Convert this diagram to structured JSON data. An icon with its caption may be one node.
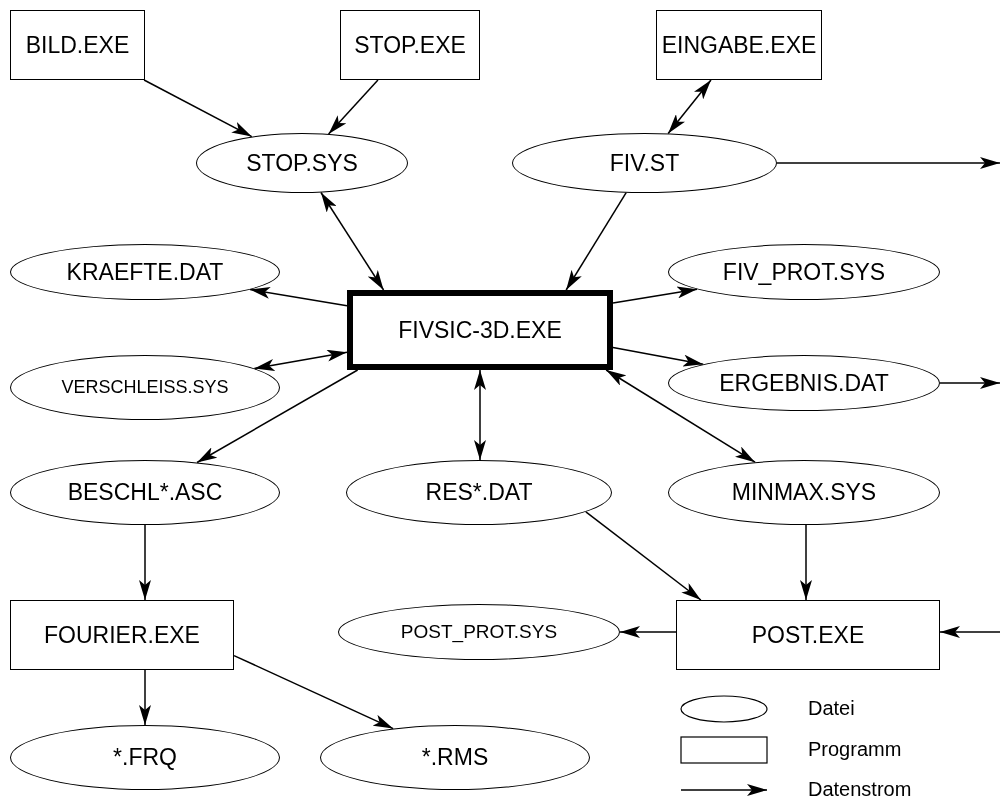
{
  "diagram": {
    "nodes": [
      {
        "text": [
          "BILD.EXE"
        ]
      },
      {
        "text": [
          "STOP.EXE"
        ]
      },
      {
        "text": [
          "EINGABE.EXE"
        ]
      },
      {
        "text": [
          "STOP.SYS"
        ]
      },
      {
        "text": [
          "FIV.ST"
        ]
      },
      {
        "text": [
          "KRAEFTE.DAT"
        ]
      },
      {
        "text": [
          "FIVSIC-3D.EXE"
        ]
      },
      {
        "text": [
          "FIV_PROT.SYS"
        ]
      },
      {
        "text": [
          "VERSCHLEISS.SYS"
        ]
      },
      {
        "text": [
          "ERGEBNIS.DAT"
        ]
      },
      {
        "text": [
          "BESCHL*.ASC"
        ]
      },
      {
        "text": [
          "RES*.DAT"
        ]
      },
      {
        "text": [
          "MINMAX.SYS"
        ]
      },
      {
        "text": [
          "FOURIER.EXE"
        ]
      },
      {
        "text": [
          "POST_PROT.SYS"
        ]
      },
      {
        "text": [
          "POST.EXE"
        ]
      },
      {
        "text": [
          "*.FRQ"
        ]
      },
      {
        "text": [
          "*.RMS"
        ]
      }
    ],
    "edges": [
      {
        "from": 0,
        "to": 3,
        "arrow": "to"
      },
      {
        "from": 1,
        "to": 3,
        "arrow": "to"
      },
      {
        "from": 2,
        "to": 4,
        "arrow": "both"
      },
      {
        "from": 4,
        "to": null,
        "arrow": "to"
      },
      {
        "from": 3,
        "to": 6,
        "arrow": "both"
      },
      {
        "from": 4,
        "to": 6,
        "arrow": "to"
      },
      {
        "from": 6,
        "to": 5,
        "arrow": "to"
      },
      {
        "from": 6,
        "to": 7,
        "arrow": "to"
      },
      {
        "from": 8,
        "to": 6,
        "arrow": "both"
      },
      {
        "from": 6,
        "to": 9,
        "arrow": "to"
      },
      {
        "from": 9,
        "to": null,
        "arrow": "to"
      },
      {
        "from": 6,
        "to": 10,
        "arrow": "to"
      },
      {
        "from": 6,
        "to": 11,
        "arrow": "both"
      },
      {
        "from": 6,
        "to": 12,
        "arrow": "both"
      },
      {
        "from": 10,
        "to": 13,
        "arrow": "to"
      },
      {
        "from": 11,
        "to": 15,
        "arrow": "to"
      },
      {
        "from": 12,
        "to": 15,
        "arrow": "to"
      },
      {
        "from": 15,
        "to": 14,
        "arrow": "to"
      },
      {
        "from": null,
        "to": 15,
        "arrow": "to"
      },
      {
        "from": 13,
        "to": 16,
        "arrow": "to"
      },
      {
        "from": 13,
        "to": 17,
        "arrow": "to"
      }
    ],
    "legend": [
      {
        "text": "Datei"
      },
      {
        "text": "Programm"
      },
      {
        "text": "Datenstrom"
      }
    ]
  }
}
